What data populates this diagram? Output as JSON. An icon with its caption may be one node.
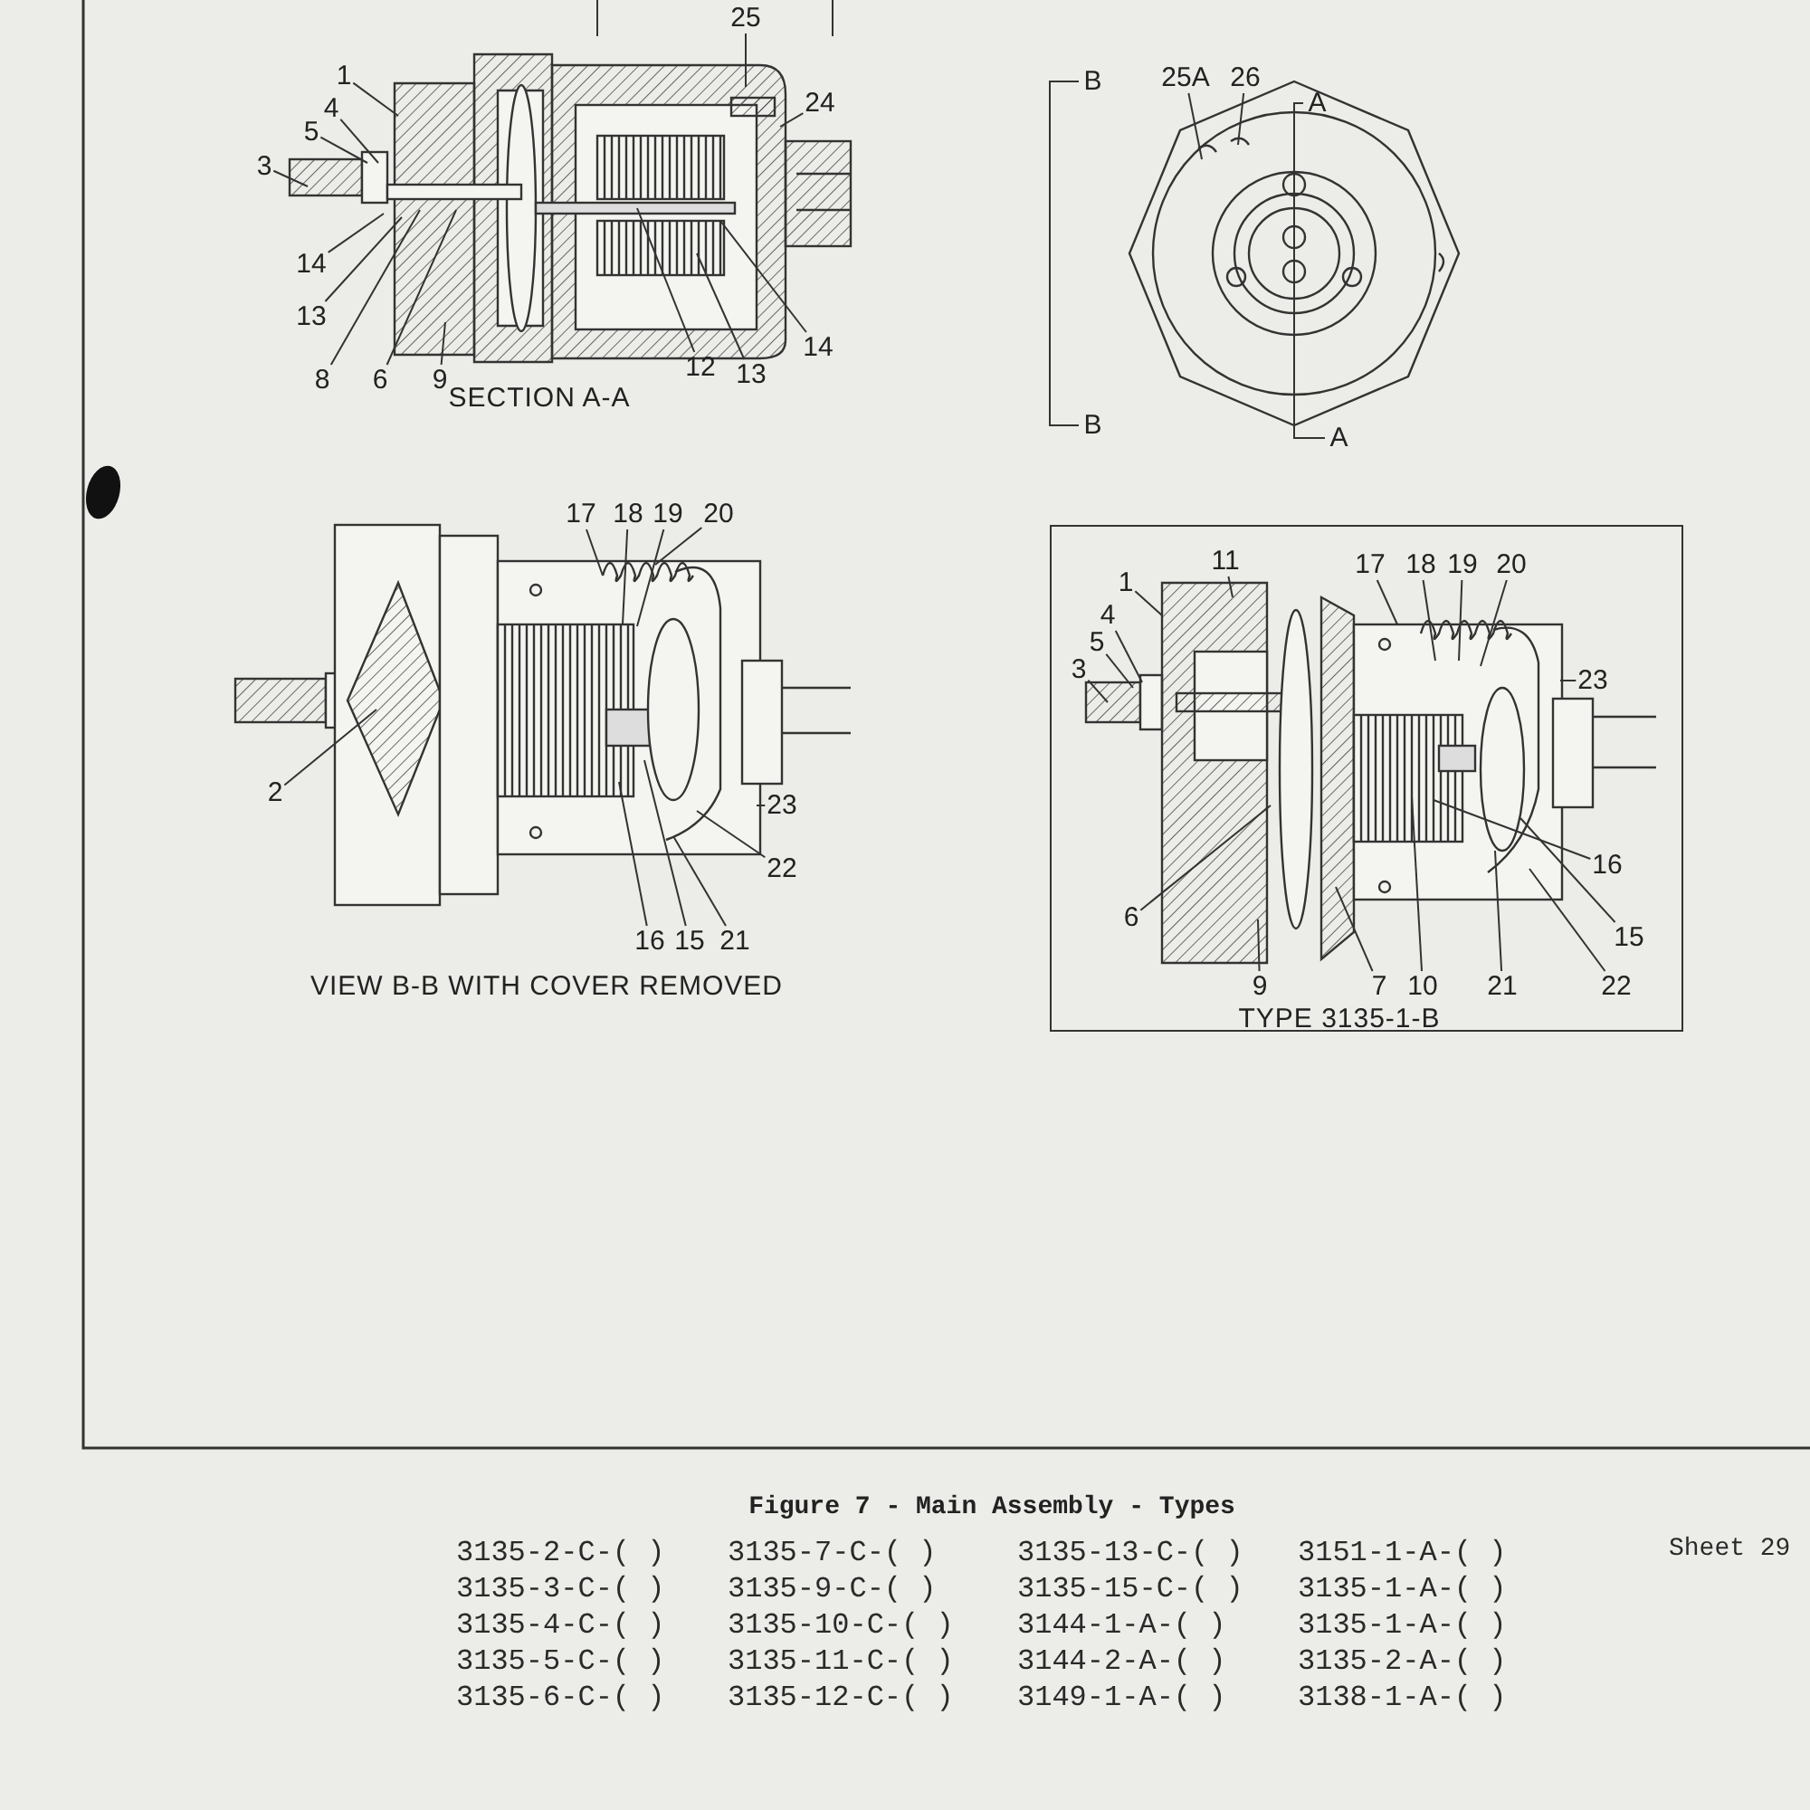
{
  "diagram": {
    "caption": "Figure 7 - Main Assembly - Types",
    "nodes": [
      {
        "text": [
          "1"
        ]
      },
      {
        "text": [
          "4"
        ]
      },
      {
        "text": [
          "5"
        ]
      },
      {
        "text": [
          "3"
        ]
      },
      {
        "text": [
          "14"
        ]
      },
      {
        "text": [
          "13"
        ]
      },
      {
        "text": [
          "8"
        ]
      },
      {
        "text": [
          "6"
        ]
      },
      {
        "text": [
          "9"
        ]
      },
      {
        "text": [
          "12"
        ]
      },
      {
        "text": [
          "13"
        ]
      },
      {
        "text": [
          "14"
        ]
      },
      {
        "text": [
          "24"
        ]
      },
      {
        "text": [
          "25"
        ]
      },
      {
        "text": [
          "25A"
        ]
      },
      {
        "text": [
          "26"
        ]
      },
      {
        "text": [
          "17"
        ]
      },
      {
        "text": [
          "18"
        ]
      },
      {
        "text": [
          "19"
        ]
      },
      {
        "text": [
          "20"
        ]
      },
      {
        "text": [
          "2"
        ]
      },
      {
        "text": [
          "23"
        ]
      },
      {
        "text": [
          "22"
        ]
      },
      {
        "text": [
          "21"
        ]
      },
      {
        "text": [
          "15"
        ]
      },
      {
        "text": [
          "16"
        ]
      },
      {
        "text": [
          "11"
        ]
      },
      {
        "text": [
          "1"
        ]
      },
      {
        "text": [
          "4"
        ]
      },
      {
        "text": [
          "5"
        ]
      },
      {
        "text": [
          "3"
        ]
      },
      {
        "text": [
          "6"
        ]
      },
      {
        "text": [
          "9"
        ]
      },
      {
        "text": [
          "7"
        ]
      },
      {
        "text": [
          "10"
        ]
      },
      {
        "text": [
          "21"
        ]
      },
      {
        "text": [
          "22"
        ]
      },
      {
        "text": [
          "15"
        ]
      },
      {
        "text": [
          "16"
        ]
      },
      {
        "text": [
          "23"
        ]
      },
      {
        "text": [
          "17"
        ]
      },
      {
        "text": [
          "18"
        ]
      },
      {
        "text": [
          "19"
        ]
      },
      {
        "text": [
          "20"
        ]
      }
    ],
    "edges": [
      {
        "from": 0,
        "to": null,
        "arrow": "none"
      },
      {
        "from": 1,
        "to": null,
        "arrow": "none"
      },
      {
        "from": 2,
        "to": null,
        "arrow": "none"
      },
      {
        "from": 3,
        "to": null,
        "arrow": "none"
      },
      {
        "from": 4,
        "to": null,
        "arrow": "none"
      },
      {
        "from": 5,
        "to": null,
        "arrow": "none"
      },
      {
        "from": 6,
        "to": null,
        "arrow": "none"
      },
      {
        "from": 7,
        "to": null,
        "arrow": "none"
      },
      {
        "from": 8,
        "to": null,
        "arrow": "none"
      },
      {
        "from": 9,
        "to": null,
        "arrow": "none"
      },
      {
        "from": 10,
        "to": null,
        "arrow": "none"
      },
      {
        "from": 11,
        "to": null,
        "arrow": "none"
      },
      {
        "from": 12,
        "to": null,
        "arrow": "none"
      },
      {
        "from": 13,
        "to": null,
        "arrow": "none"
      },
      {
        "from": 14,
        "to": null,
        "arrow": "none"
      },
      {
        "from": 15,
        "to": null,
        "arrow": "none"
      },
      {
        "from": 16,
        "to": null,
        "arrow": "none"
      },
      {
        "from": 17,
        "to": null,
        "arrow": "none"
      },
      {
        "from": 18,
        "to": null,
        "arrow": "none"
      },
      {
        "from": 19,
        "to": null,
        "arrow": "none"
      },
      {
        "from": 20,
        "to": null,
        "arrow": "none"
      },
      {
        "from": 21,
        "to": null,
        "arrow": "none"
      },
      {
        "from": 22,
        "to": null,
        "arrow": "none"
      },
      {
        "from": 23,
        "to": null,
        "arrow": "none"
      },
      {
        "from": 24,
        "to": null,
        "arrow": "none"
      },
      {
        "from": 25,
        "to": null,
        "arrow": "none"
      },
      {
        "from": 26,
        "to": null,
        "arrow": "none"
      },
      {
        "from": 27,
        "to": null,
        "arrow": "none"
      },
      {
        "from": 28,
        "to": null,
        "arrow": "none"
      },
      {
        "from": 29,
        "to": null,
        "arrow": "none"
      },
      {
        "from": 30,
        "to": null,
        "arrow": "none"
      },
      {
        "from": 31,
        "to": null,
        "arrow": "none"
      },
      {
        "from": 32,
        "to": null,
        "arrow": "none"
      },
      {
        "from": 33,
        "to": null,
        "arrow": "none"
      },
      {
        "from": 34,
        "to": null,
        "arrow": "none"
      },
      {
        "from": 35,
        "to": null,
        "arrow": "none"
      },
      {
        "from": 36,
        "to": null,
        "arrow": "none"
      },
      {
        "from": 37,
        "to": null,
        "arrow": "none"
      },
      {
        "from": 38,
        "to": null,
        "arrow": "none"
      },
      {
        "from": 39,
        "to": null,
        "arrow": "none"
      },
      {
        "from": 40,
        "to": null,
        "arrow": "none"
      },
      {
        "from": 41,
        "to": null,
        "arrow": "none"
      },
      {
        "from": 42,
        "to": null,
        "arrow": "none"
      },
      {
        "from": 43,
        "to": null,
        "arrow": "none"
      }
    ],
    "labels": [
      "B",
      "A",
      "SECTION A-A",
      "B",
      "A",
      "VIEW B-B WITH COVER REMOVED",
      "TYPE 3135-1-B",
      "3135-2-C-( )",
      "3135-7-C-( )",
      "3135-13-C-( )",
      "3151-1-A-( )",
      "3135-3-C-( )",
      "3135-9-C-( )",
      "3135-15-C-( )",
      "3135-1-A-( )",
      "3135-4-C-( )",
      "3135-10-C-( )",
      "3144-1-A-( )",
      "3135-1-A-( )",
      "3135-5-C-( )",
      "3135-11-C-( )",
      "3144-2-A-( )",
      "3135-2-A-( )",
      "3135-6-C-( )",
      "3135-12-C-( )",
      "3149-1-A-( )",
      "3138-1-A-( )",
      "Sheet 29"
    ]
  }
}
